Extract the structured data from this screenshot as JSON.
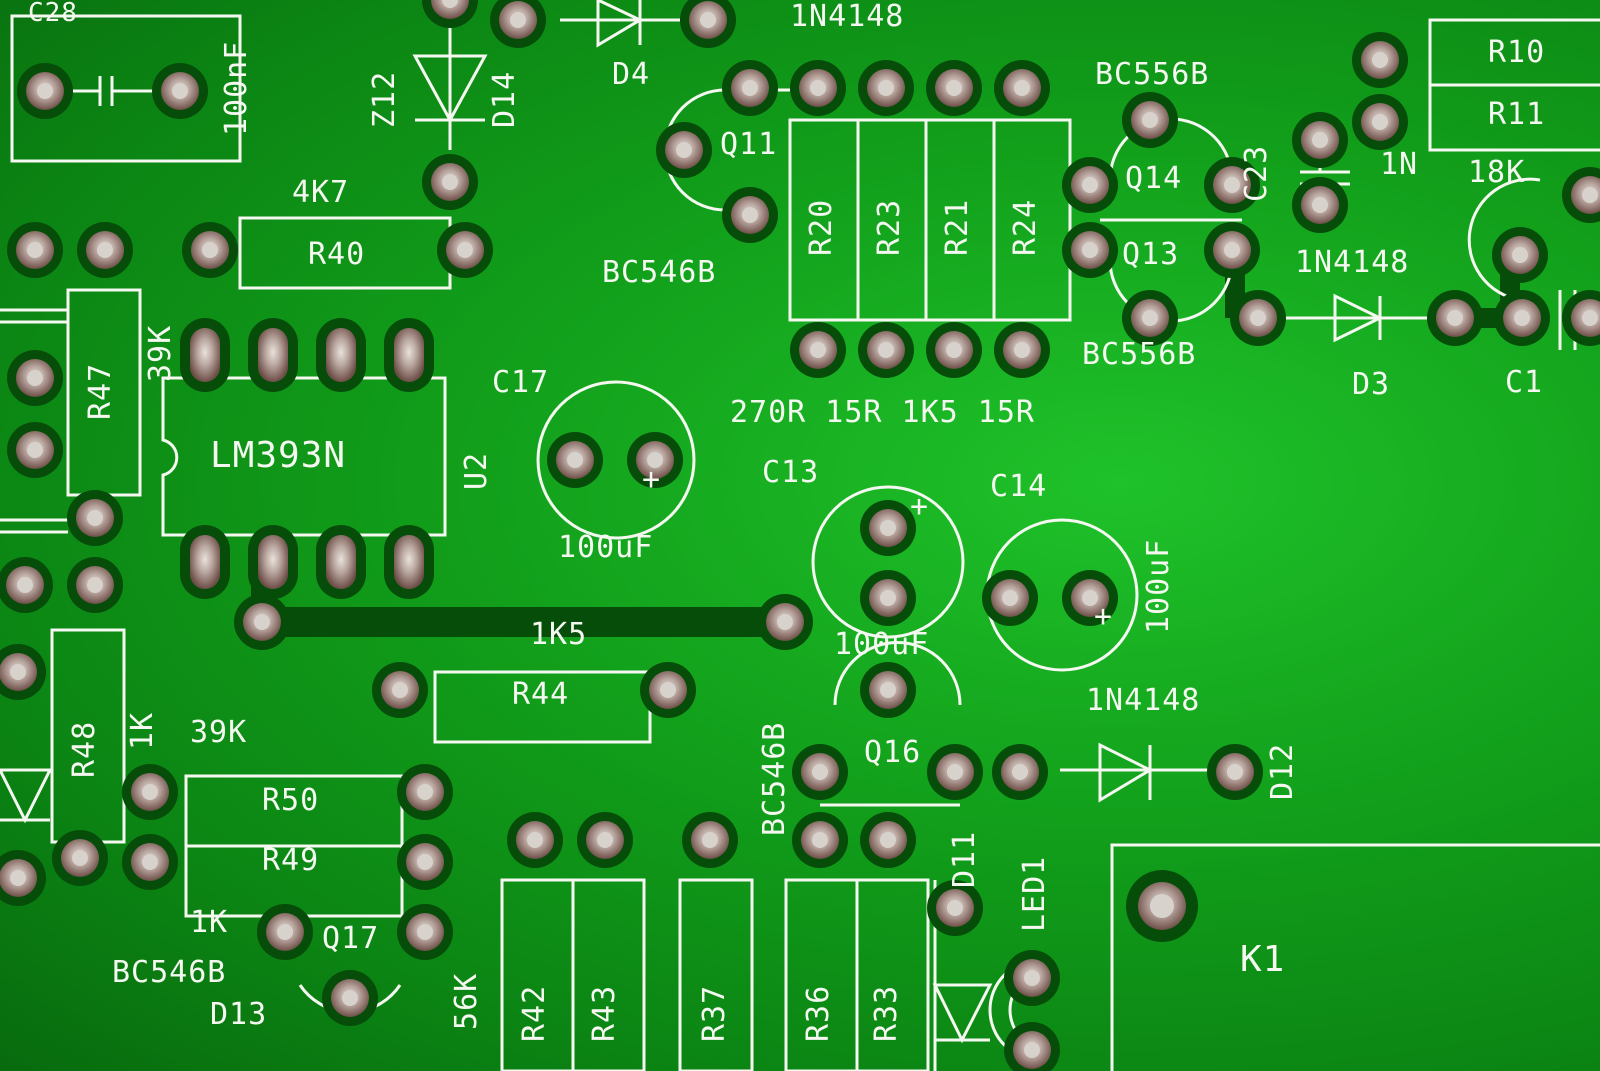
{
  "board": {
    "designators": {
      "C28": "C28",
      "R40": "R40",
      "R47": "R47",
      "R48": "R48",
      "R50": "R50",
      "R49": "R49",
      "R44": "R44",
      "R42": "R42",
      "R43": "R43",
      "R37": "R37",
      "R36": "R36",
      "R33": "R33",
      "R20": "R20",
      "R23": "R23",
      "R21": "R21",
      "R24": "R24",
      "R10": "R10",
      "R11": "R11",
      "U2": "U2",
      "C17": "C17",
      "C13": "C13",
      "C14": "C14",
      "C23": "C23",
      "C1": "C1",
      "D4": "D4",
      "D14": "D14",
      "D3": "D3",
      "D11": "D11",
      "D12": "D12",
      "D13": "D13",
      "Q11": "Q11",
      "Q14": "Q14",
      "Q13": "Q13",
      "Q16": "Q16",
      "Q17": "Q17",
      "LED1": "LED1",
      "K1": "K1"
    },
    "values": {
      "c28": "100nF",
      "z12": "Z12",
      "d4": "1N4148",
      "r40": "4K7",
      "r47": "39K",
      "r48": "1K",
      "r50": "39K",
      "r49": "1K",
      "r44": "1K5",
      "q17_extra": "56K",
      "bc546_q11": "BC546B",
      "bc556_q14": "BC556B",
      "bc556_q13": "BC556B",
      "bc546_q16": "BC546B",
      "bc546_q17": "BC546B",
      "rvals": "270R 15R 1K5 15R",
      "c23": "1N",
      "r11": "18K",
      "d3": "1N4148",
      "d12": "1N4148",
      "u2": "LM393N",
      "c17": "100uF",
      "c13": "100uF",
      "c14": "100uF",
      "plus": "+"
    }
  }
}
